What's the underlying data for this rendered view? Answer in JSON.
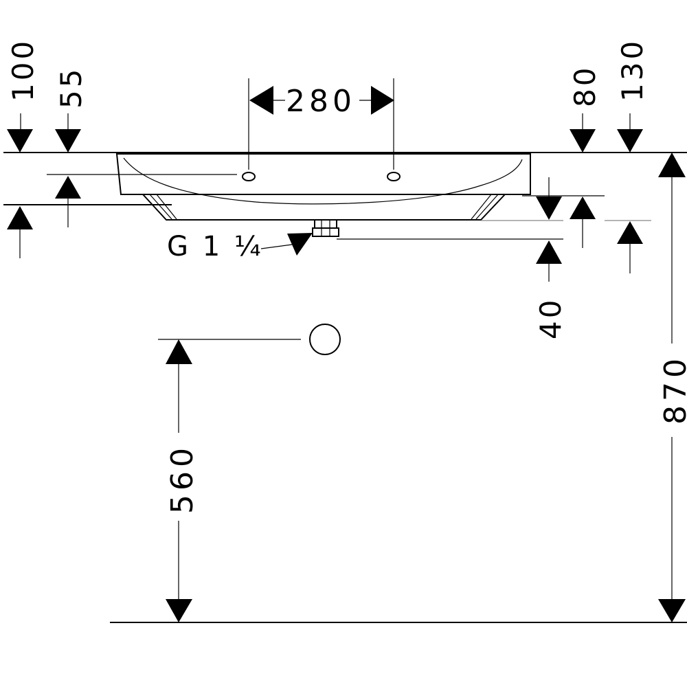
{
  "dimensions": {
    "d100": "100",
    "d55": "55",
    "d280": "280",
    "d80": "80",
    "d130": "130",
    "d40": "40",
    "d560": "560",
    "d870": "870"
  },
  "thread_label": "G 1 ¼"
}
